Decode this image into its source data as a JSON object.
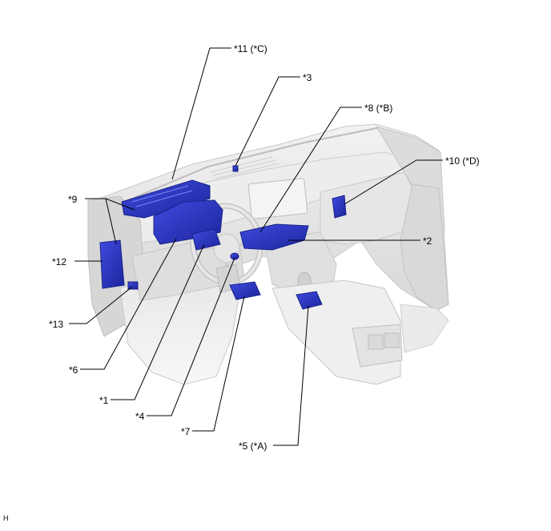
{
  "figure": {
    "callouts": [
      {
        "id": "11",
        "text": "*11 (*C)"
      },
      {
        "id": "3",
        "text": "*3"
      },
      {
        "id": "8",
        "text": "*8 (*B)"
      },
      {
        "id": "10",
        "text": "*10 (*D)"
      },
      {
        "id": "9",
        "text": "*9"
      },
      {
        "id": "2",
        "text": "*2"
      },
      {
        "id": "12",
        "text": "*12"
      },
      {
        "id": "13",
        "text": "*13"
      },
      {
        "id": "6",
        "text": "*6"
      },
      {
        "id": "1",
        "text": "*1"
      },
      {
        "id": "4",
        "text": "*4"
      },
      {
        "id": "7",
        "text": "*7"
      },
      {
        "id": "5",
        "text": "*5 (*A)"
      }
    ],
    "corner_mark": "H",
    "colors": {
      "component": "#2a36c9",
      "component_dark": "#1a228c",
      "interior": "#e4e4e4",
      "interior_shade": "#cfcfcf",
      "leader": "#000000"
    }
  }
}
